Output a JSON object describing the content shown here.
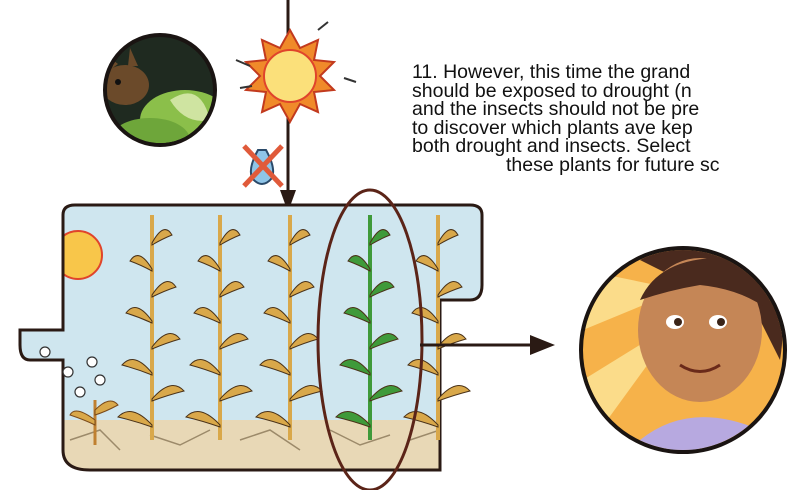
{
  "caption": {
    "lines": [
      "11. However, this time the grand",
      "should be exposed to drought (n",
      "and the insects should not be pre",
      "to discover which plants ave kep",
      "both drought and insects. Select",
      "these plants for future sc"
    ]
  },
  "illustration": {
    "icons": [
      "insect-on-leaf-icon",
      "sun-icon",
      "no-water-drop-icon",
      "arrow-down-icon",
      "arrow-right-icon"
    ],
    "plants": {
      "count_total": 6,
      "selected_index": 4,
      "dry_color": "#d9a84a",
      "healthy_color": "#3f9a3a"
    },
    "colors": {
      "sky": "#cfe6ef",
      "soil": "#e8d8b6",
      "outline": "#2a1a14",
      "selection_ring": "#5b2418",
      "sun_fill": "#f8c64a",
      "sun_rays": "#e0442b"
    }
  }
}
